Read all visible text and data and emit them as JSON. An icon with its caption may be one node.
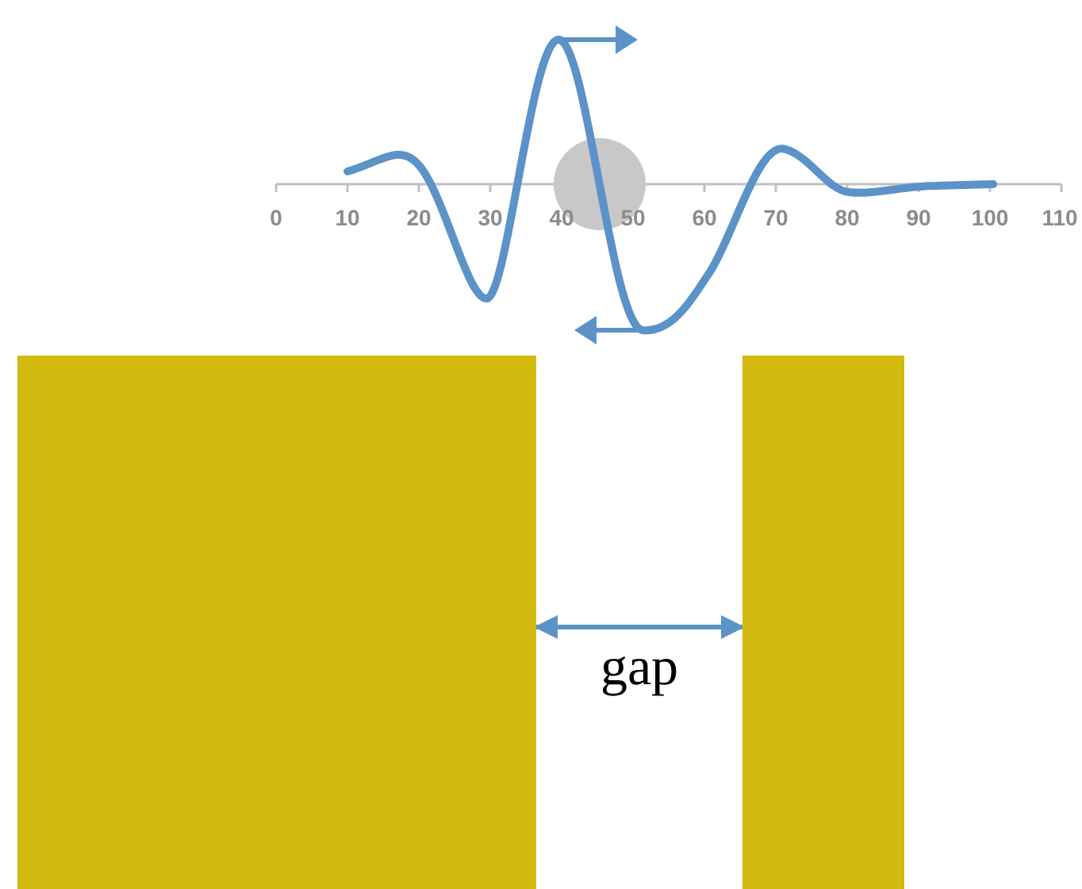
{
  "diagram": {
    "nodes": [
      {
        "text": [],
        "shape": "bar"
      },
      {
        "text": [],
        "shape": "bar"
      }
    ],
    "edges": [
      {
        "from": 0,
        "to": 1,
        "arrow": "both",
        "label": "gap"
      }
    ],
    "labels": [
      "0",
      "10",
      "20",
      "30",
      "40",
      "50",
      "60",
      "70",
      "80",
      "90",
      "100",
      "110"
    ]
  }
}
